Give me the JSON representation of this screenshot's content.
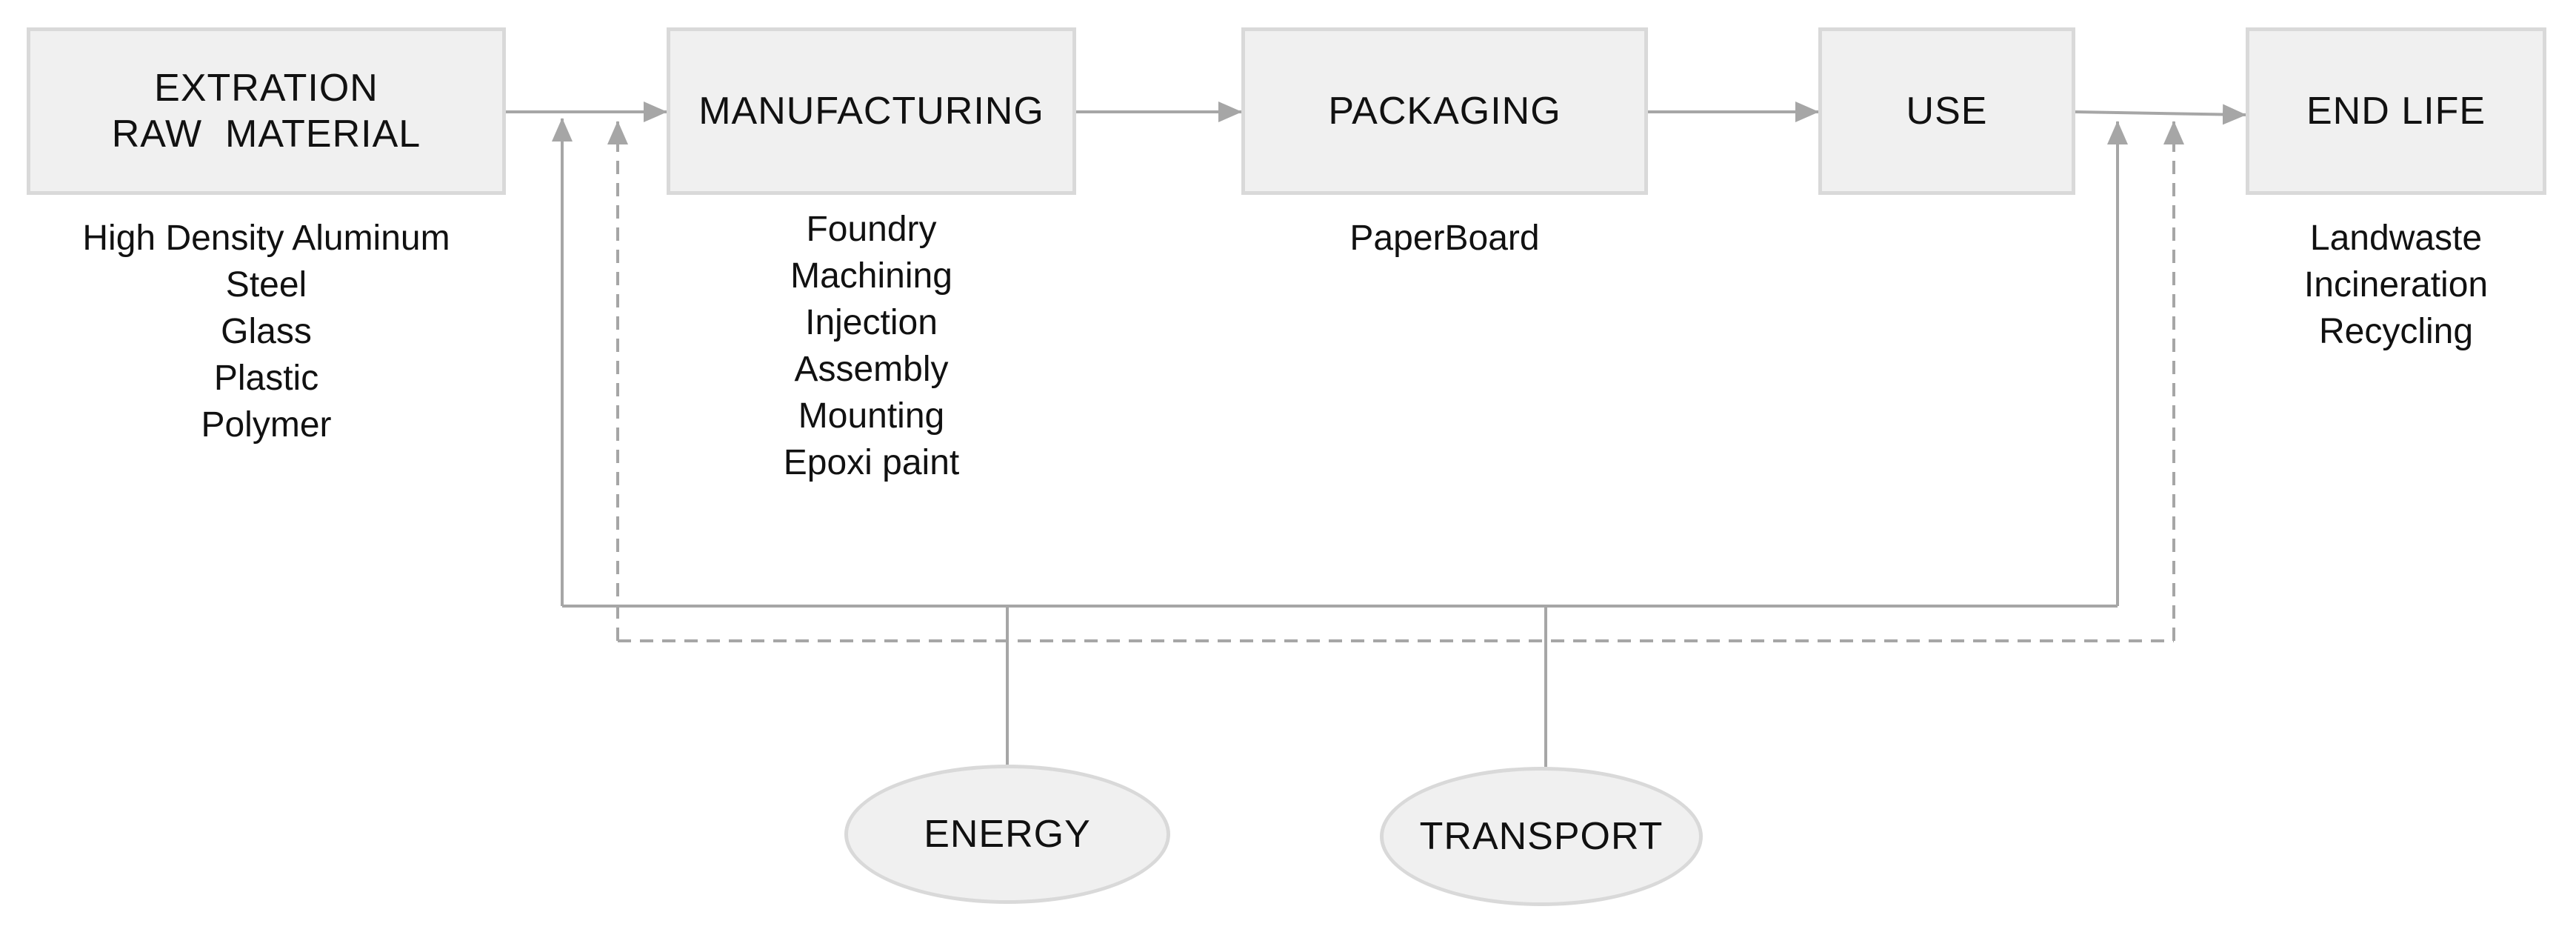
{
  "stages": {
    "extraction": {
      "line1": "EXTRATION",
      "line2": "RAW  MATERIAL"
    },
    "manufacturing": {
      "label": "MANUFACTURING"
    },
    "packaging": {
      "label": "PACKAGING"
    },
    "use": {
      "label": "USE"
    },
    "end_life": {
      "label": "END LIFE"
    }
  },
  "materials": [
    "High Density Aluminum",
    "Steel",
    "Glass",
    "Plastic",
    "Polymer"
  ],
  "manufacturing_processes": [
    "Foundry",
    "Machining",
    "Injection",
    "Assembly",
    "Mounting",
    "Epoxi paint"
  ],
  "packaging_materials": [
    "PaperBoard"
  ],
  "end_life_options": [
    "Landwaste",
    "Incineration",
    "Recycling"
  ],
  "inputs": {
    "energy": "ENERGY",
    "transport": "TRANSPORT"
  },
  "colors": {
    "box_fill": "#f0f0f0",
    "box_border": "#d9d9d9",
    "line": "#a6a6a6"
  }
}
